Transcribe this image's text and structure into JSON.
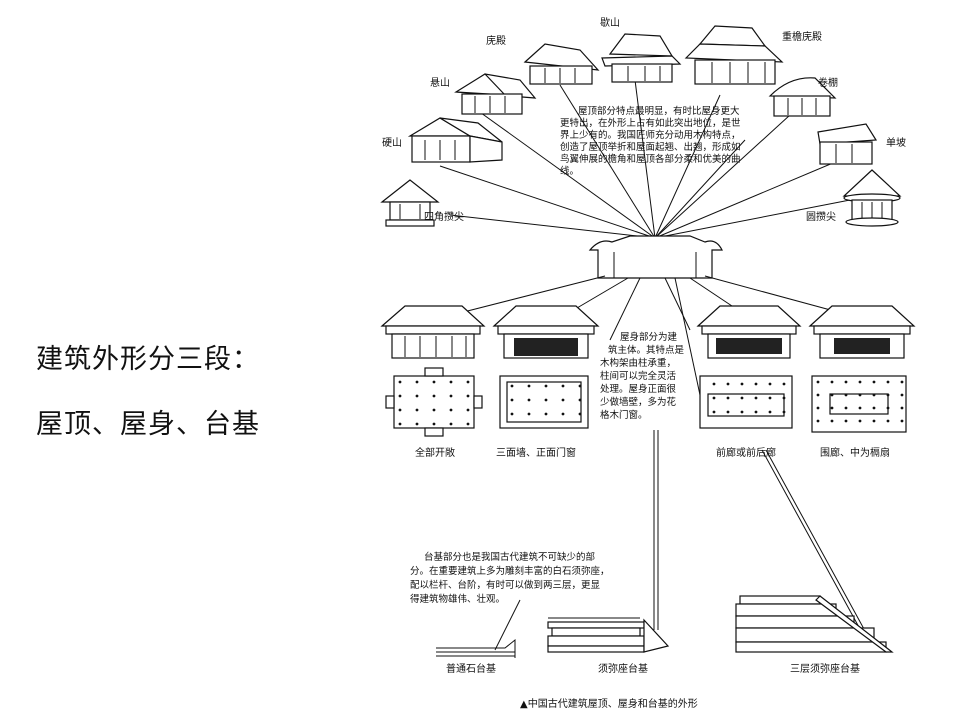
{
  "slide": {
    "heading_line1": "建筑外形分三段：",
    "heading_line2": "屋顶、屋身、台基"
  },
  "diagram": {
    "roof_types": [
      "庑殿",
      "歇山",
      "重檐庑殿",
      "悬山",
      "卷棚",
      "硬山",
      "单坡",
      "四角攒尖",
      "圆攒尖"
    ],
    "roof_note": [
      "屋顶部分特点最明显，有时比屋身更大",
      "更特出，在外形上占有如此突出地位，是世",
      "界上少有的。我国匠师充分动用木构特点，",
      "创造了屋顶举折和屋面起翘、出翘，形成如",
      "鸟翼伸展的檐角和屋顶各部分柔和优美的曲",
      "线。"
    ],
    "body_note": [
      "屋身部分为建",
      "筑主体。其特点是",
      "木构架由柱承重，",
      "柱间可以完全灵活",
      "处理。屋身正面很",
      "少做墙壁，多为花",
      "格木门窗。"
    ],
    "plan_labels": [
      "全部开敞",
      "三面墙、正面门窗",
      "前廊或前后廊",
      "围廊、中为槅扇"
    ],
    "base_note": [
      "台基部分也是我国古代建筑不可缺少的部",
      "分。在重要建筑上多为雕刻丰富的白石须弥座，",
      "配以栏杆、台阶，有时可以做到两三层，更显",
      "得建筑物雄伟、壮观。"
    ],
    "base_labels": [
      "普通石台基",
      "须弥座台基",
      "三层须弥座台基"
    ],
    "caption": "▲中国古代建筑屋顶、屋身和台基的外形"
  }
}
